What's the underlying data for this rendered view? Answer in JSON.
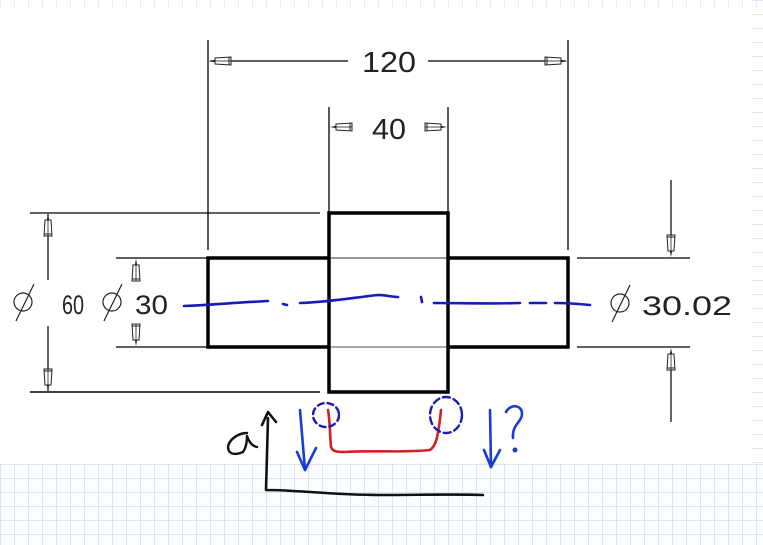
{
  "drawing": {
    "type": "engineering drawing with handwritten annotations",
    "dimensions": {
      "overall_length": {
        "label": "120",
        "value": 120
      },
      "hub_width": {
        "label": "40",
        "value": 40
      },
      "hub_diameter": {
        "symbol": "Ø",
        "label": "60",
        "value": 60
      },
      "shaft_diameter_left": {
        "symbol": "Ø",
        "label": "30",
        "value": 30
      },
      "shaft_diameter_right": {
        "symbol": "Ø",
        "label": "30.02",
        "value": 30.02
      }
    },
    "annotations": {
      "axis_label": "a",
      "question_mark": "?",
      "colors": {
        "centerline": "#1a1ab8",
        "question_arrows": "#1a3adb",
        "highlight_path": "#d42020",
        "axis": "#111111",
        "part_outline": "#000000",
        "grid": "#d9e6f2"
      }
    }
  }
}
